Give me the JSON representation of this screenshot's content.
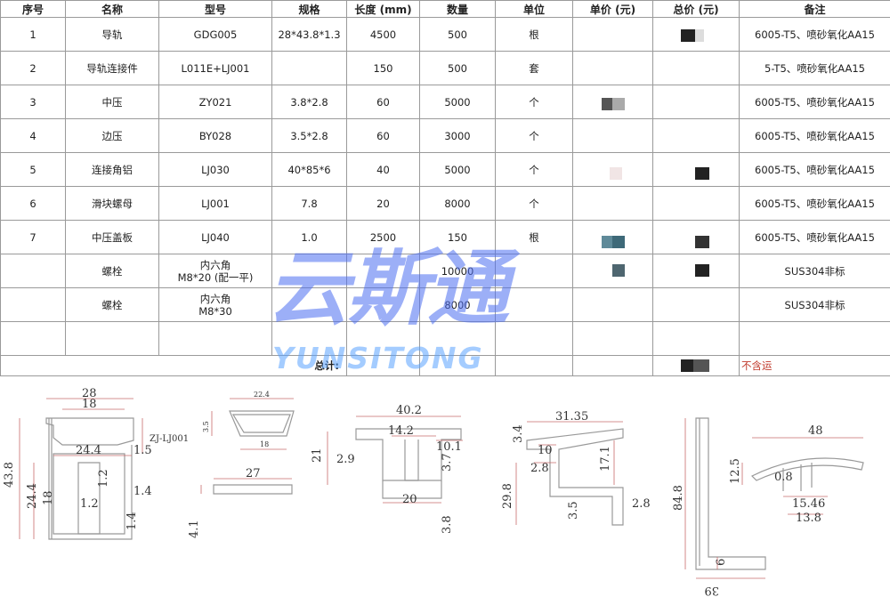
{
  "table": {
    "headers": [
      "序号",
      "名称",
      "型号",
      "规格",
      "长度 (mm)",
      "数量",
      "单位",
      "单价 (元)",
      "总价 (元)",
      "备注"
    ],
    "rows": [
      {
        "no": "1",
        "name": "导轨",
        "model": "GDG005",
        "spec": "28*43.8*1.3",
        "length": "4500",
        "qty": "500",
        "unit": "根",
        "note": "6005-T5、喷砂氧化AA15"
      },
      {
        "no": "2",
        "name": "导轨连接件",
        "model": "L011E+LJ001",
        "spec": "",
        "length": "150",
        "qty": "500",
        "unit": "套",
        "note": "5-T5、喷砂氧化AA15"
      },
      {
        "no": "3",
        "name": "中压",
        "model": "ZY021",
        "spec": "3.8*2.8",
        "length": "60",
        "qty": "5000",
        "unit": "个",
        "note": "6005-T5、喷砂氧化AA15"
      },
      {
        "no": "4",
        "name": "边压",
        "model": "BY028",
        "spec": "3.5*2.8",
        "length": "60",
        "qty": "3000",
        "unit": "个",
        "note": "6005-T5、喷砂氧化AA15"
      },
      {
        "no": "5",
        "name": "连接角铝",
        "model": "LJ030",
        "spec": "40*85*6",
        "length": "40",
        "qty": "5000",
        "unit": "个",
        "note": "6005-T5、喷砂氧化AA15"
      },
      {
        "no": "6",
        "name": "滑块螺母",
        "model": "LJ001",
        "spec": "7.8",
        "length": "20",
        "qty": "8000",
        "unit": "个",
        "note": "6005-T5、喷砂氧化AA15"
      },
      {
        "no": "7",
        "name": "中压盖板",
        "model": "LJ040",
        "spec": "1.0",
        "length": "2500",
        "qty": "150",
        "unit": "根",
        "note": "6005-T5、喷砂氧化AA15"
      }
    ],
    "bolt_rows": [
      {
        "name": "螺栓",
        "model_line1": "内六角",
        "model_line2": "M8*20 (配一平)",
        "qty": "10000",
        "note": "SUS304非标"
      },
      {
        "name": "螺栓",
        "model_line1": "内六角",
        "model_line2": "M8*30",
        "qty": "8000",
        "note": "SUS304非标"
      }
    ],
    "total_label": "总计:",
    "total_note": "不含运"
  },
  "watermark": {
    "main": "云斯通",
    "sub": "YUNSITONG"
  },
  "drawings": {
    "rail": {
      "d28": "28",
      "d18": "18",
      "d43": "43.8",
      "d24_4": "24.4",
      "d1_5": "1.5",
      "d24_4b": "24.4",
      "d18b": "18",
      "d1_2": "1.2",
      "d1_2b": "1.2",
      "d1_4": "1.4",
      "d1_4b": "1.4",
      "label": "ZJ-LJ001"
    },
    "cover": {
      "w": "22.4",
      "h": "3.5",
      "bot": "18"
    },
    "plate": {
      "w": "27",
      "h": "4.1"
    },
    "mid": {
      "w": "40.2",
      "top": "14.2",
      "left": "2.9",
      "h": "21",
      "r": "10.1",
      "r2": "3.7",
      "bot": "20",
      "t": "3.8"
    },
    "edge": {
      "w": "31.35",
      "h1": "3.4",
      "a": "10",
      "b": "2.8",
      "c": "17.1",
      "d": "29.8",
      "e": "3.5",
      "f": "2.8"
    },
    "angle": {
      "h": "84.8",
      "w": "39",
      "t": "6"
    },
    "clip": {
      "w": "48",
      "h": "12.5",
      "a": "0.8",
      "b": "15.46",
      "c": "13.8"
    }
  }
}
